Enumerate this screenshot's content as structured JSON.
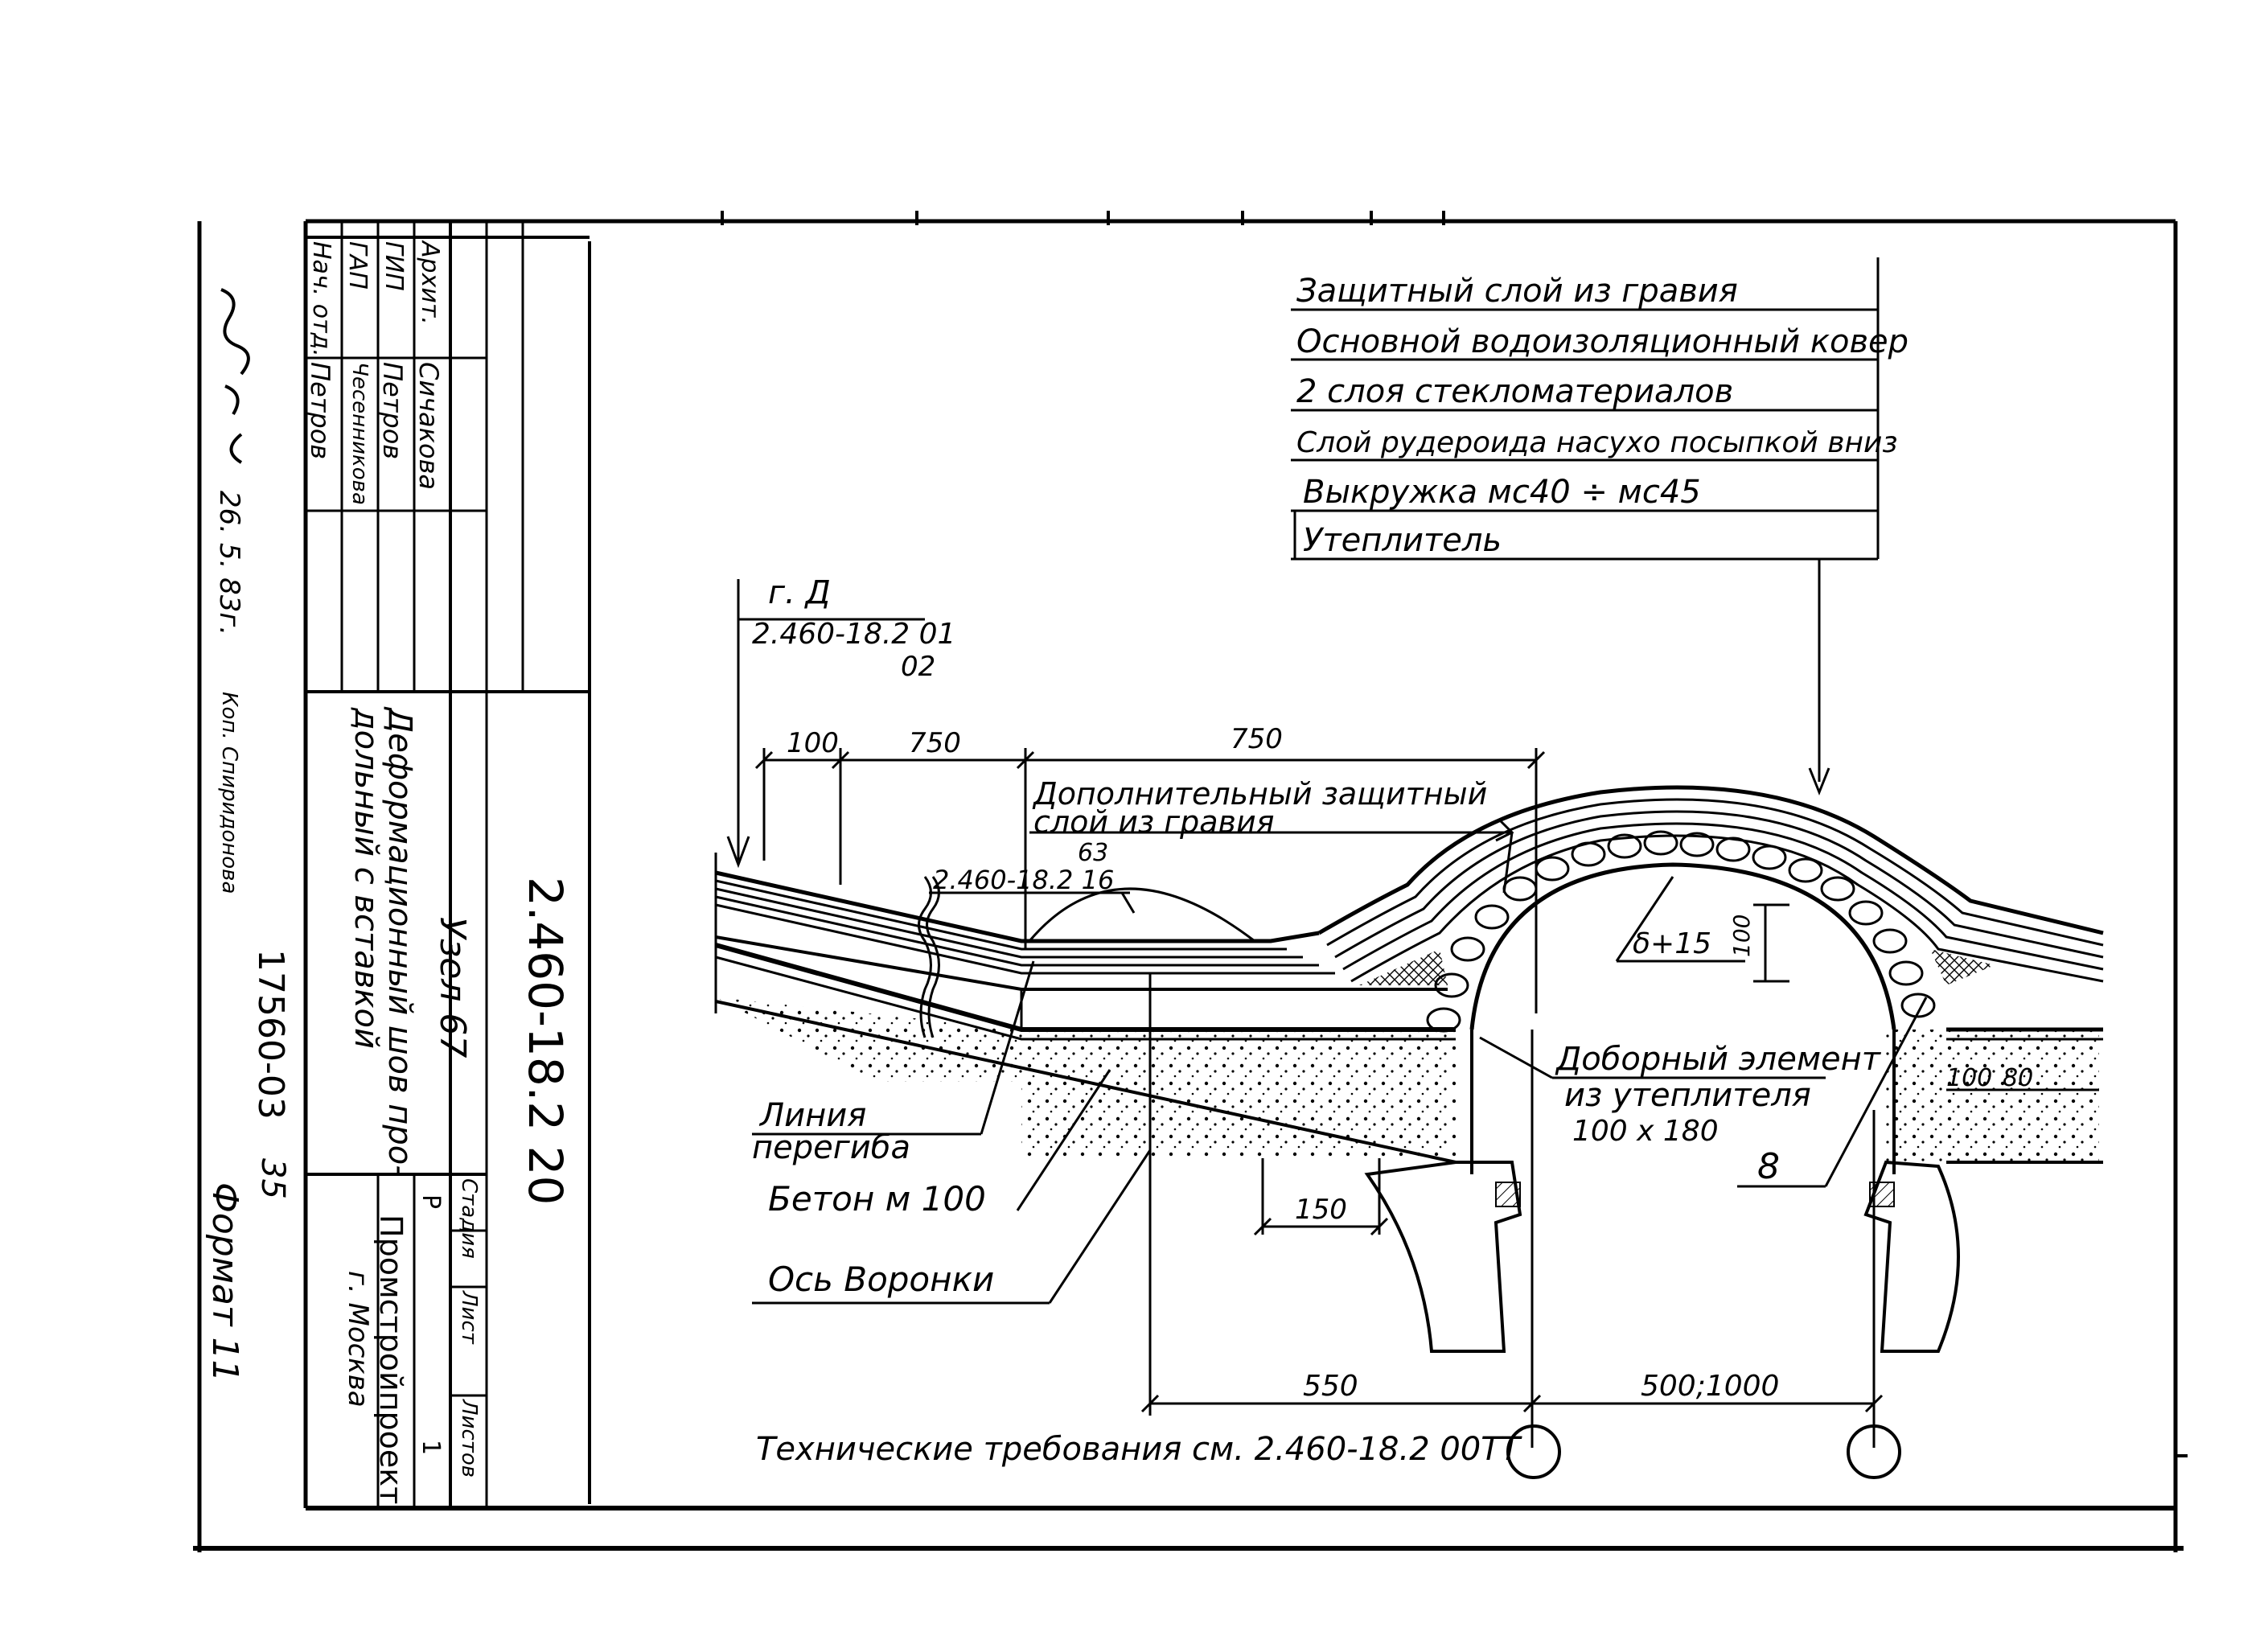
{
  "drawing": {
    "number": "2.460-18.2 20",
    "title_line1": "Узел 67",
    "title_line2": "Деформационный шов про-",
    "title_line3": "дольный с вставкой",
    "organization": "Промстройпроект",
    "city": "г. Москва",
    "stage_header": "Стадия",
    "sheet_header": "Лист",
    "sheets_header": "Листов",
    "stage_value": "Р",
    "sheets_value": "1",
    "format": "Формат 11",
    "inventory": "17560-03",
    "page": "35",
    "copied": "Коп. Спиридонова",
    "date": "26. 5. 83г."
  },
  "signatures": [
    {
      "role": "Архит.",
      "name": "Сичакова"
    },
    {
      "role": "ГИП",
      "name": "Петров"
    },
    {
      "role": "ГАП",
      "name": "Чесенникова"
    },
    {
      "role": "Нач. отд.",
      "name": "Петров"
    }
  ],
  "layers": [
    "Защитный слой из гравия",
    "Основной водоизоляционный ковер",
    "2 слоя стекломатериалов",
    "Слой рудероида насухо посыпкой вниз",
    "Выкружка мс40 ÷ мс45",
    "Утеплитель"
  ],
  "labels": {
    "ref_main": "г. Д",
    "ref_num": "2.460-18.2 01",
    "ref_sub": "02",
    "extra_gravel_1": "Дополнительный защитный",
    "extra_gravel_2": "слой из гравия",
    "ref2_top": "63",
    "ref2": "2.460-18.2 16",
    "gap": "δ+15",
    "dim_100v": "100",
    "filler_1": "Доборный элемент",
    "filler_2": "из утеплителя",
    "filler_3": "100 х 180",
    "thickness": "8",
    "bend_1": "Линия",
    "bend_2": "перегиба",
    "concrete": "Бетон м 100",
    "funnel": "Ось Воронки",
    "tech_req": "Технические требования см. 2.460-18.2 00ТТ"
  },
  "dimensions": {
    "d100": "100",
    "d750a": "750",
    "d750b": "750",
    "d150": "150",
    "d550": "550",
    "d500": "500;1000",
    "d100b": "100",
    "d80": "80"
  }
}
